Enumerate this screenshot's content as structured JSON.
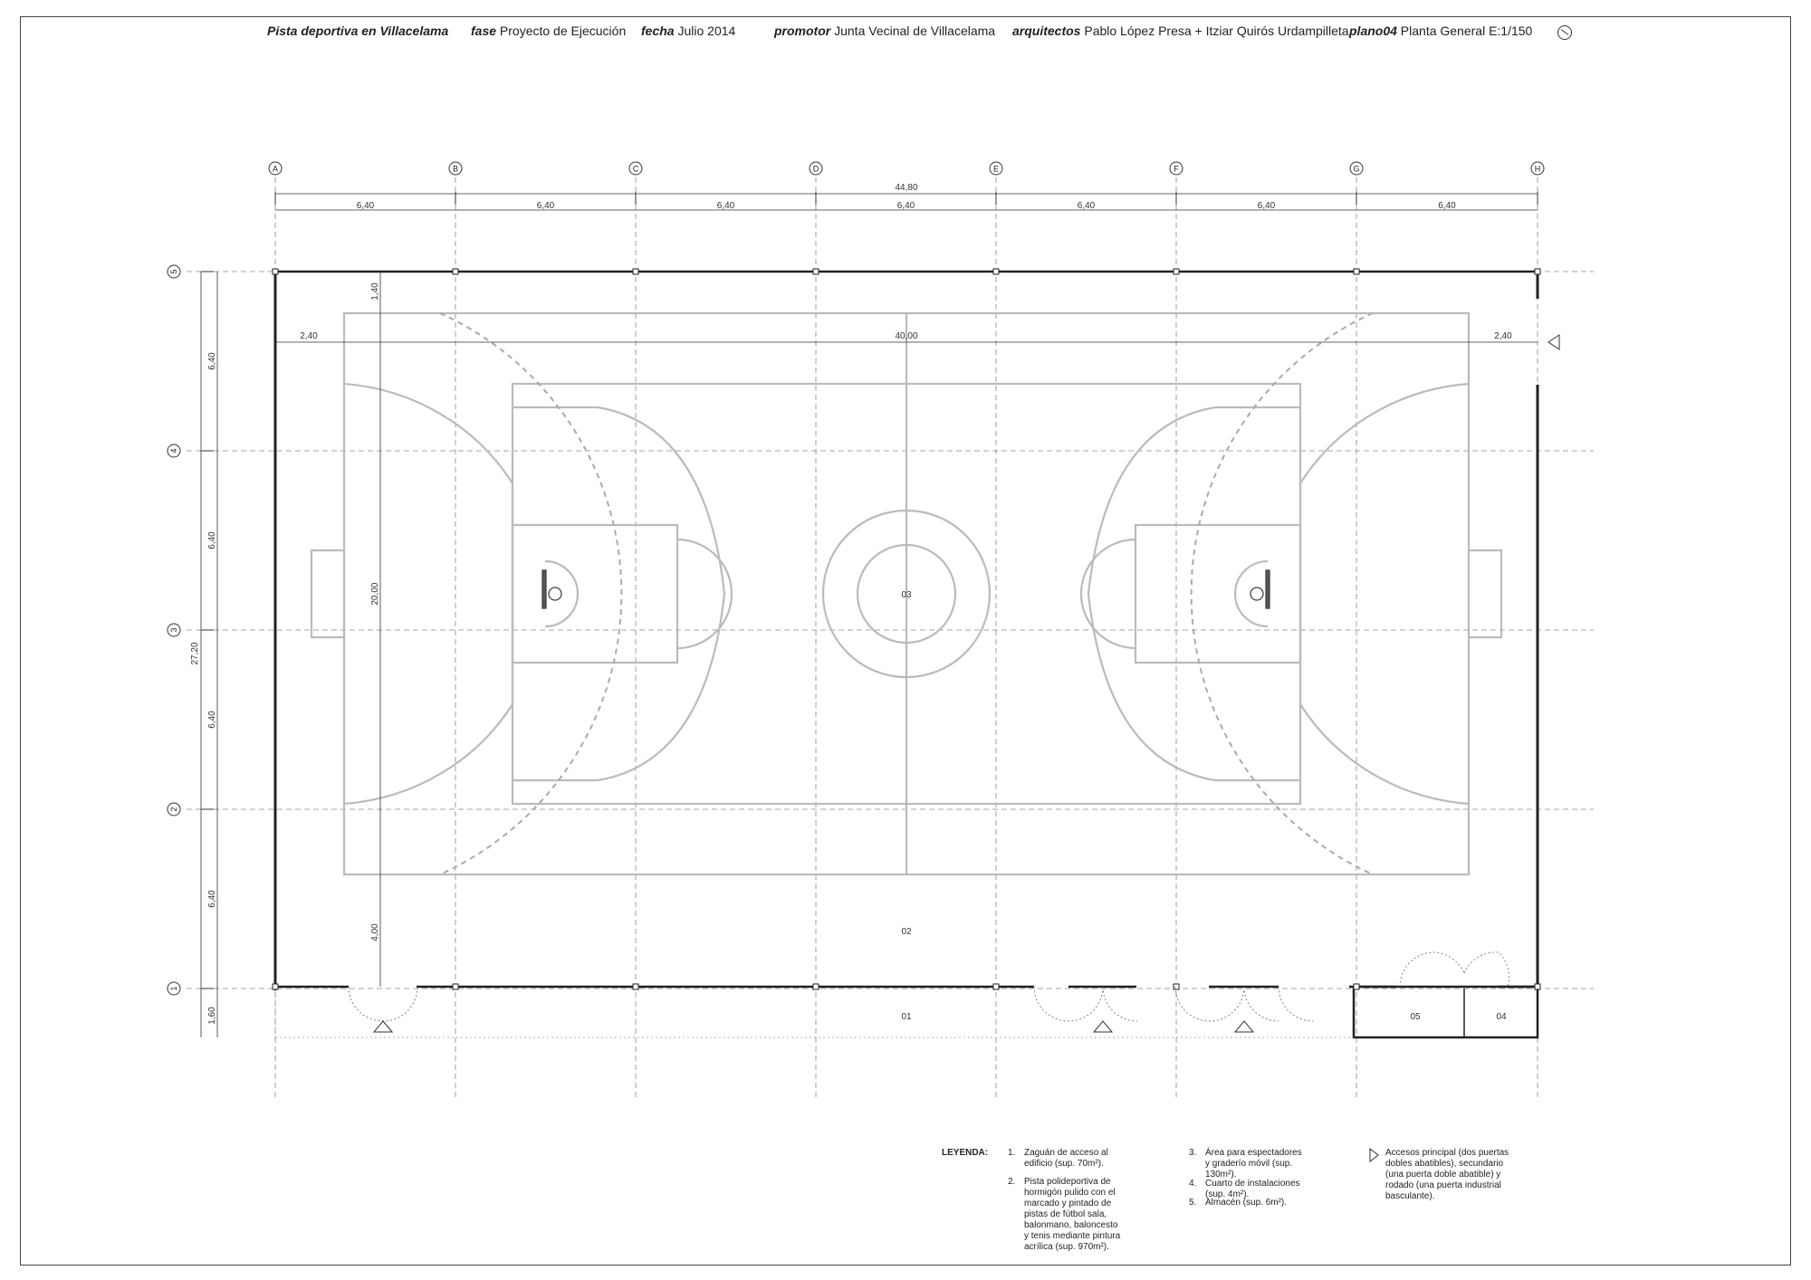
{
  "title_block": {
    "project": "Pista deportiva en Villacelama",
    "fase_label": "fase",
    "fase_value": "Proyecto de Ejecución",
    "fecha_label": "fecha",
    "fecha_value": "Julio 2014",
    "promotor_label": "promotor",
    "promotor_value": "Junta Vecinal de Villacelama",
    "arquitectos_label": "arquitectos",
    "arquitectos_value": "Pablo López Presa + Itziar Quirós Urdampilleta",
    "plano_label": "plano04",
    "plano_value": "Planta General E:1/150"
  },
  "grid": {
    "columns": [
      "A",
      "B",
      "C",
      "D",
      "E",
      "F",
      "G",
      "H"
    ],
    "rows": [
      "5",
      "4",
      "3",
      "2",
      "1"
    ]
  },
  "dimensions": {
    "total_width": "44,80",
    "bay_width": "6,40",
    "bay_height": "6,40",
    "total_height": "27,20",
    "bottom_strip": "1,60",
    "court_length": "40,00",
    "court_margin": "2,40",
    "court_width": "20,00",
    "top_margin": "1,40",
    "bottom_margin": "4,00"
  },
  "rooms": {
    "r01": "01",
    "r02": "02",
    "r03": "03",
    "r04": "04",
    "r05": "05"
  },
  "legend": {
    "title": "LEYENDA:",
    "items": [
      {
        "num": "1.",
        "text": "Zaguán de acceso al edificio (sup. 70m²)."
      },
      {
        "num": "2.",
        "text": "Pista polideportiva de hormigón pulido con el marcado y pintado de pistas de fútbol sala, balonmano, baloncesto y tenis mediante pintura acrílica (sup. 970m²)."
      },
      {
        "num": "3.",
        "text": "Área para espectadores y graderío móvil (sup. 130m²)."
      },
      {
        "num": "4.",
        "text": "Cuarto de instalaciones (sup. 4m²)."
      },
      {
        "num": "5.",
        "text": "Almacén (sup. 6m²)."
      }
    ],
    "access_note": "Accesos principal (dos puertas dobles abatibles), secundario (una puerta doble abatible) y rodado (una puerta industrial basculante)."
  }
}
